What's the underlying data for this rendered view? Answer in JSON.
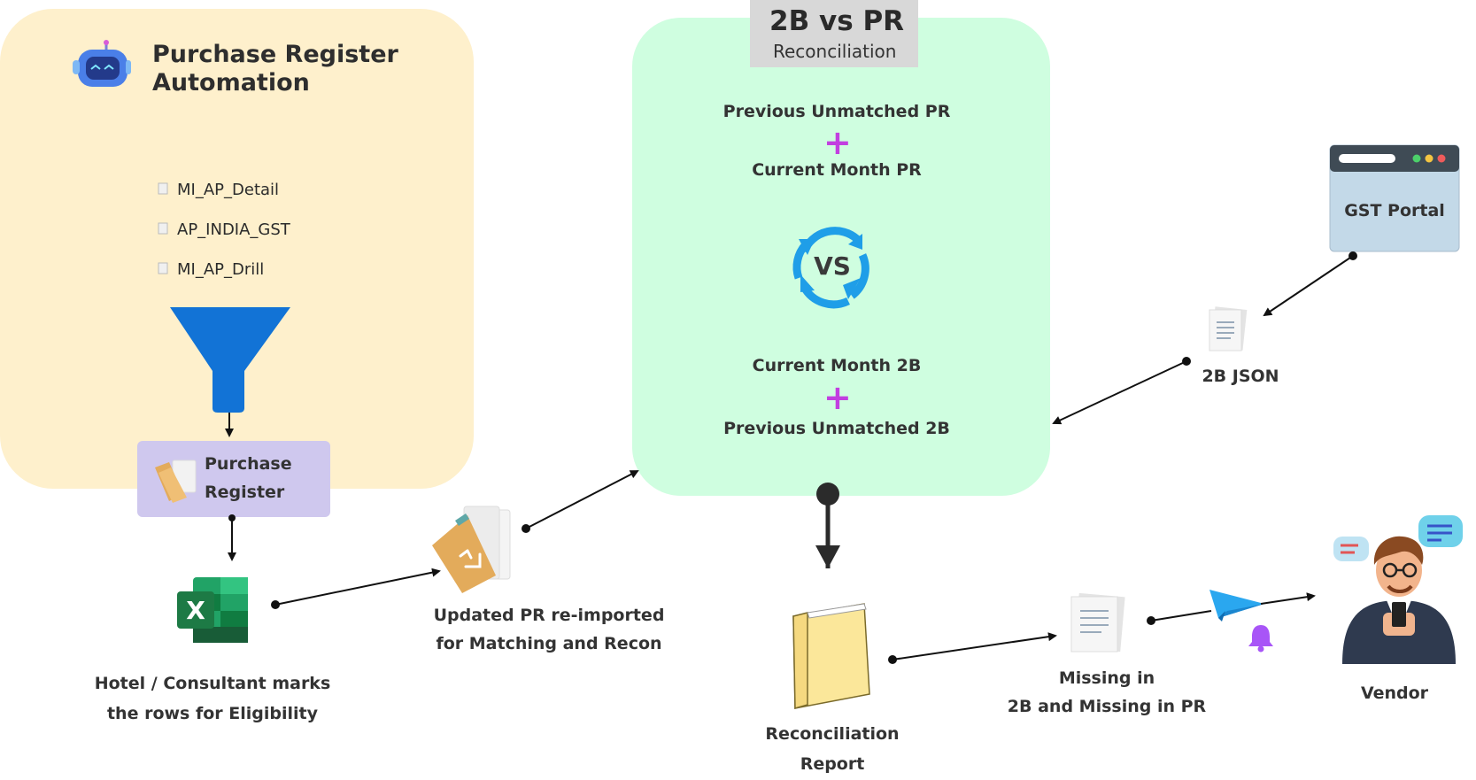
{
  "automation": {
    "title_line1": "Purchase Register",
    "title_line2": "Automation",
    "files": [
      "MI_AP_Detail",
      "AP_INDIA_GST",
      "MI_AP_Drill"
    ],
    "purchase_register_line1": "Purchase",
    "purchase_register_line2": "Register",
    "excel_letter": "X",
    "eligibility_line1": "Hotel / Consultant marks",
    "eligibility_line2": "the rows for Eligibility"
  },
  "reimport": {
    "line1": "Updated PR re-imported",
    "line2": "for Matching and Recon"
  },
  "recon": {
    "tab_title": "2B vs PR",
    "tab_subtitle": "Reconciliation",
    "previous_unmatched_pr": "Previous  Unmatched PR",
    "current_month_pr": "Current Month PR",
    "vs": "VS",
    "current_month_2b": "Current Month 2B",
    "previous_unmatched_2b": "Previous  Unmatched 2B",
    "plus": "+"
  },
  "gst": {
    "portal_label": "GST Portal",
    "json_label": "2B JSON"
  },
  "report": {
    "line1": "Reconciliation",
    "line2": "Report"
  },
  "missing": {
    "line1": "Missing in",
    "line2": "2B and Missing in PR"
  },
  "vendor": {
    "label": "Vendor"
  },
  "colors": {
    "automation_bg": "#fef0cc",
    "recon_bg": "#cffee0",
    "tab_bg": "#d8d8d8",
    "pr_box_bg": "#cfc8ee",
    "funnel_blue": "#1273d6",
    "plus_magenta": "#c23fe0",
    "excel_green": "#1d7a45"
  }
}
